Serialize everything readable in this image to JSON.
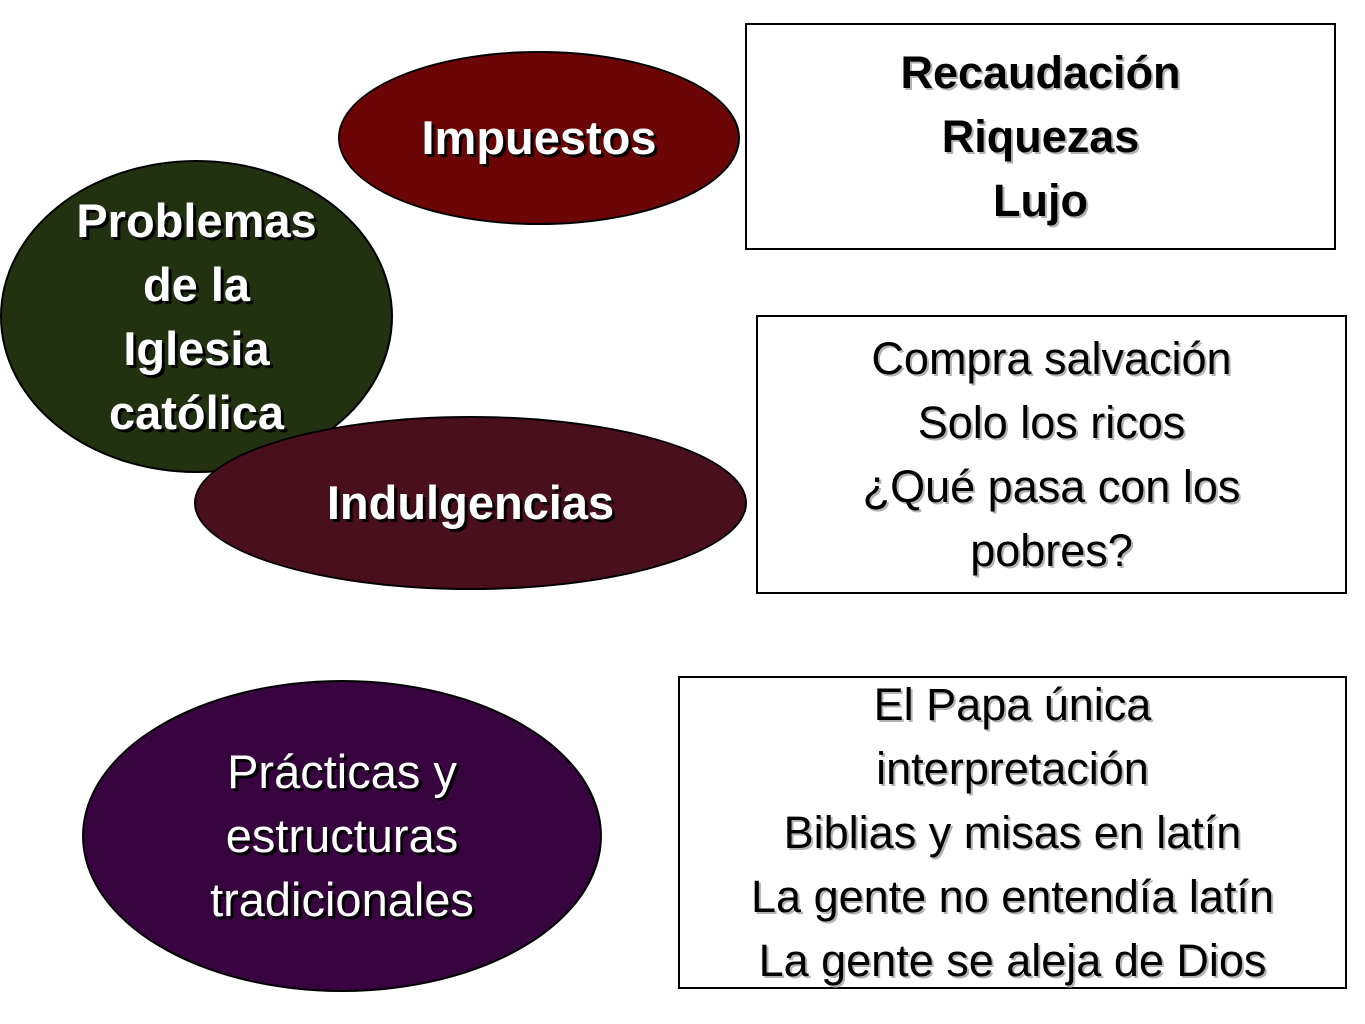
{
  "colors": {
    "main_ellipse": "#223210",
    "impuestos_ellipse": "#6c0505",
    "indulgencias_ellipse": "#490f1d",
    "practicas_ellipse": "#380440",
    "box_border": "#000000"
  },
  "central": {
    "lines": [
      "Problemas",
      "de la",
      "Iglesia",
      "católica"
    ]
  },
  "topics": {
    "impuestos": {
      "label": "Impuestos",
      "details": [
        "Recaudación",
        "Riquezas",
        "Lujo"
      ]
    },
    "indulgencias": {
      "label": "Indulgencias",
      "details": [
        "Compra salvación",
        "Solo los ricos",
        "¿Qué pasa con los",
        "pobres?"
      ]
    },
    "practicas": {
      "label_lines": [
        "Prácticas y",
        "estructuras",
        "tradicionales"
      ],
      "details": [
        "El Papa única",
        "interpretación",
        "Biblias y misas en latín",
        "La gente no entendía latín",
        "La gente se aleja de Dios"
      ]
    }
  }
}
